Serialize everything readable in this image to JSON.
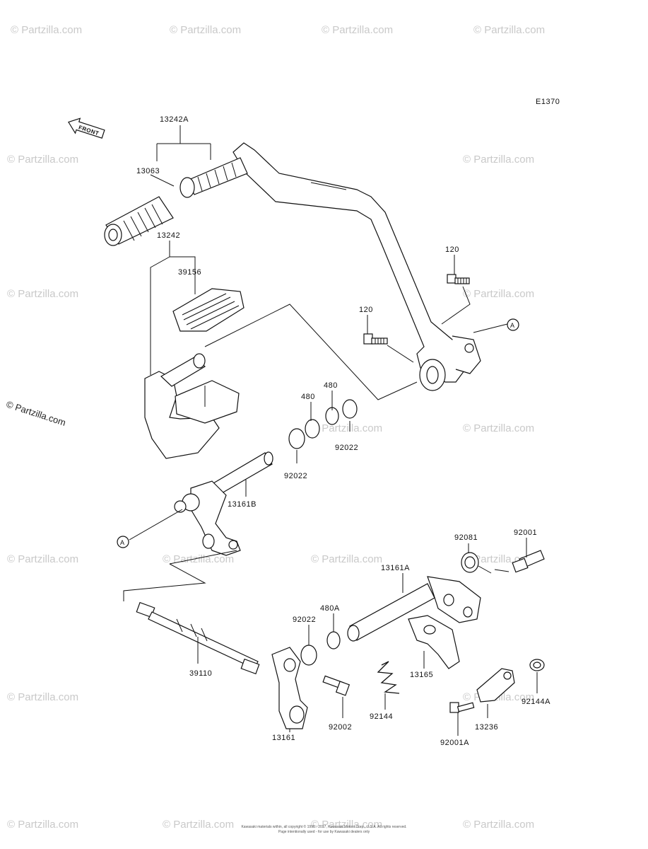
{
  "diagram_code": "E1370",
  "front_label": "FRONT",
  "callouts": {
    "a_top": "A",
    "a_bottom": "A"
  },
  "watermark": {
    "text": "© Partzilla.com",
    "side_text": "© Partzilla.com"
  },
  "parts": [
    {
      "id": "13242A"
    },
    {
      "id": "13063"
    },
    {
      "id": "13242"
    },
    {
      "id": "39156"
    },
    {
      "id": "120"
    },
    {
      "id": "120"
    },
    {
      "id": "480"
    },
    {
      "id": "480"
    },
    {
      "id": "92022"
    },
    {
      "id": "92022"
    },
    {
      "id": "13161B"
    },
    {
      "id": "92081"
    },
    {
      "id": "92001"
    },
    {
      "id": "13161A"
    },
    {
      "id": "480A"
    },
    {
      "id": "92022"
    },
    {
      "id": "39110"
    },
    {
      "id": "13165"
    },
    {
      "id": "92144"
    },
    {
      "id": "92002"
    },
    {
      "id": "13161"
    },
    {
      "id": "92144A"
    },
    {
      "id": "13236"
    },
    {
      "id": "92001A"
    }
  ],
  "footer": {
    "line1": "Kawasaki materials within, all copyright © 1996 - 2017, Kawasaki Motors Corp., U.S.A. All rights reserved.",
    "line2": "Page intentionally used - for use by Kawasaki dealers only"
  }
}
